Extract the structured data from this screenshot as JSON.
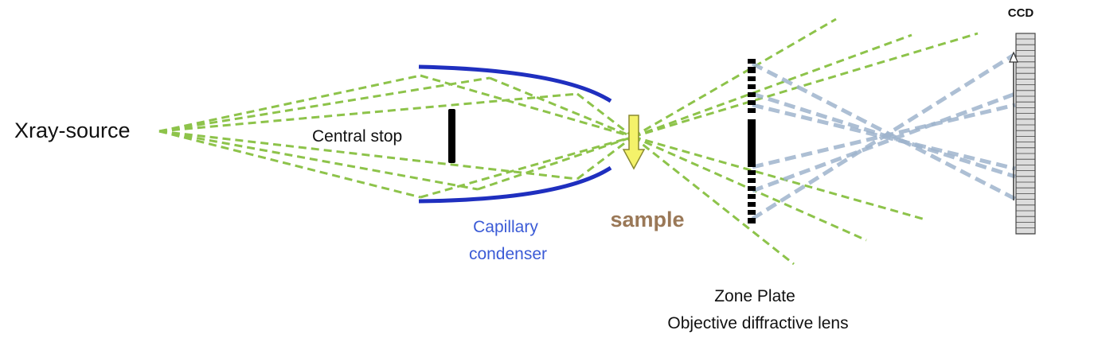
{
  "labels": {
    "source": "Xray-source",
    "central_stop": "Central stop",
    "condenser_line1": "Capillary",
    "condenser_line2": "condenser",
    "sample": "sample",
    "zone_plate_line1": "Zone Plate",
    "zone_plate_line2": "Objective diffractive lens",
    "detector": "CCD"
  },
  "colors": {
    "illumination_rays": "#8dc34a",
    "imaging_rays": "#9fb4cc",
    "condenser": "#1f2fbf",
    "condenser_label": "#3b5bd6",
    "sample_label": "#9a7857",
    "sample_arrow_fill": "#f4f26a",
    "sample_arrow_stroke": "#8a8a30",
    "stop": "#000000",
    "text": "#111111",
    "ccd_fill": "#dcdcdc",
    "ccd_stroke": "#444444"
  }
}
